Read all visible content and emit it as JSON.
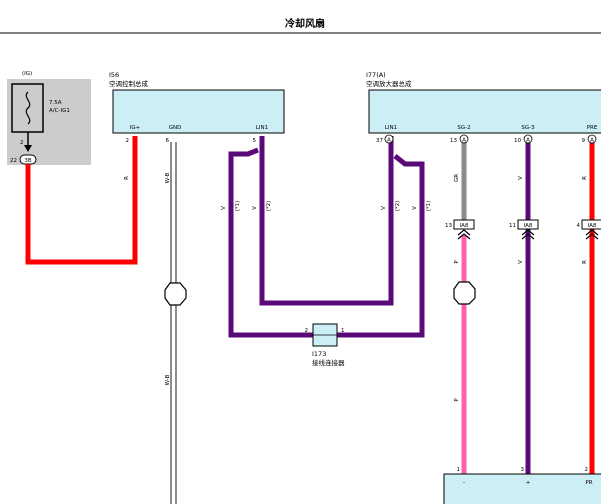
{
  "page": {
    "title": "冷却风扇"
  },
  "relay_block": {
    "top_label": "(IG)",
    "fuse_rating": "7.5A",
    "fuse_name": "A/C-IG1",
    "pin_top": "2",
    "pin_bottom": "22",
    "connector": "3B"
  },
  "i56": {
    "id": "I56",
    "name": "空调控制总成",
    "pin_labels": [
      "IG+",
      "GND",
      "LIN1"
    ],
    "pin_numbers": [
      "2",
      "6",
      "5"
    ]
  },
  "i77": {
    "id": "I77(A)",
    "name": "空调放大器总成",
    "pin_labels": [
      "LIN1",
      "SG-2",
      "SG-3",
      "PRE"
    ],
    "pin_numbers": [
      "37",
      "13",
      "10",
      "9"
    ],
    "pin_connector": "A"
  },
  "wire_labels": {
    "ig_color": "R",
    "gnd_color": "W-B",
    "gnd_color_lower": "W-B",
    "lin_left_color": "V",
    "lin_left_code": "(*1)",
    "lin_mid_color": "V",
    "lin_mid_code": "(*2)",
    "lin_right_color": "V",
    "lin_right_code": "(*2)",
    "lin_far_color": "V",
    "lin_far_code": "(*1)",
    "sg2_upper": "GR",
    "sg3_upper": "V",
    "pre_upper": "R",
    "sg2_lower": "P",
    "sg3_lower": "V",
    "pre_lower": "R",
    "sg2_bottom": "P"
  },
  "ia8": {
    "label": "IA8",
    "pins": [
      "13",
      "11",
      "4"
    ]
  },
  "i173": {
    "id": "I173",
    "name": "接线连接器",
    "pin_left": "2",
    "pin_right": "1"
  },
  "bottom_component": {
    "pin_numbers": [
      "1",
      "3",
      "2"
    ],
    "pin_labels": [
      "-",
      "+",
      "PR"
    ]
  },
  "colors": {
    "red": "#ff0000",
    "purple": "#5a0a78",
    "gray": "#8a8a8a",
    "pink": "#ff5fb0",
    "component_fill": "#cceef5",
    "relay_bg": "#cccccc"
  }
}
